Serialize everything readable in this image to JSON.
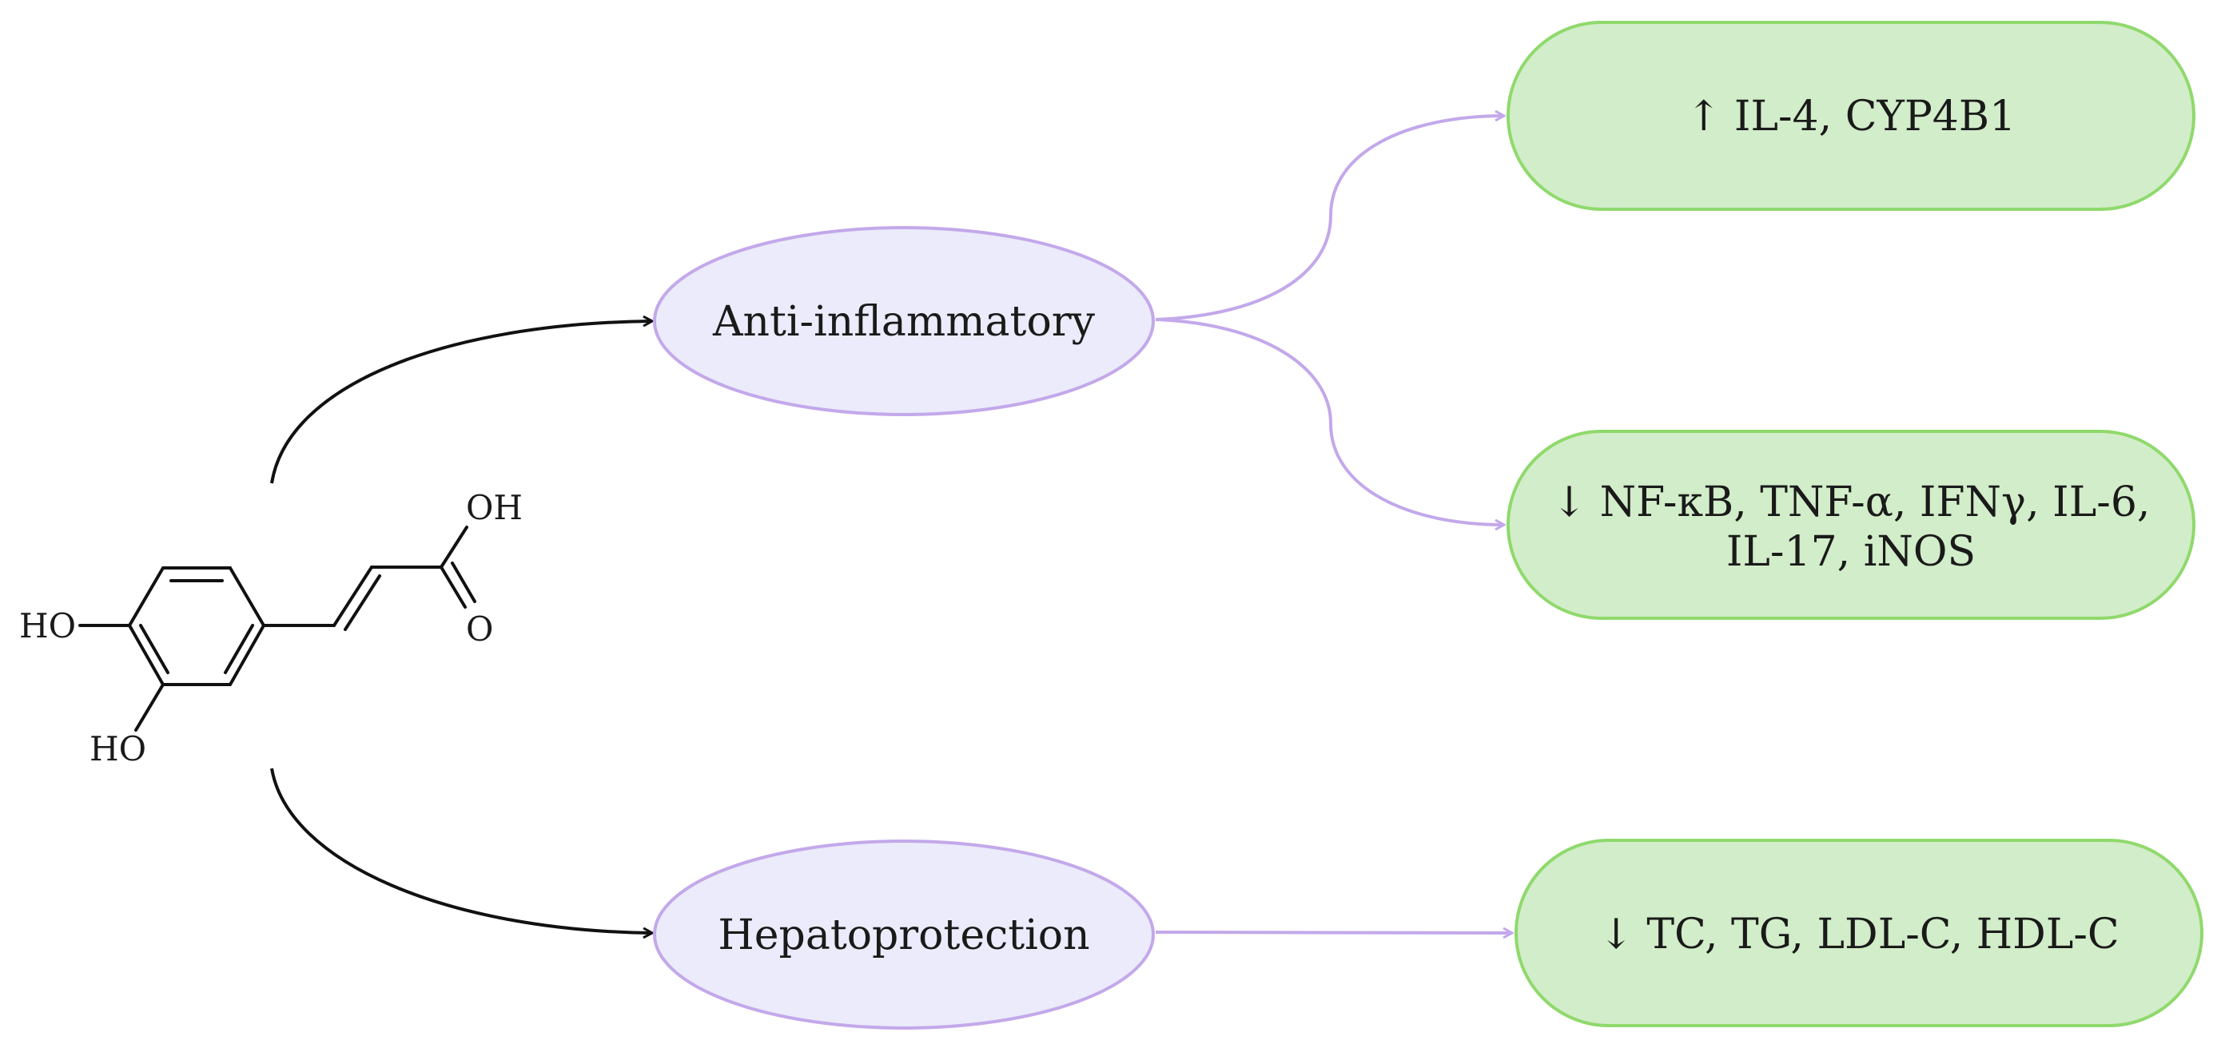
{
  "molecule": {
    "atoms": {
      "oh_acid": "OH",
      "o_carbonyl": "O",
      "ho_upper": "HO",
      "ho_lower": "HO"
    }
  },
  "effects": {
    "anti_inflammatory": {
      "label": "Anti-inflammatory",
      "outcomes": [
        {
          "line1": "↑ IL-4, CYP4B1",
          "line2": ""
        },
        {
          "line1": "↓ NF-κB, TNF-α, IFNγ, IL-6,",
          "line2": "IL-17, iNOS"
        }
      ]
    },
    "hepatoprotection": {
      "label": "Hepatoprotection",
      "outcomes": [
        {
          "line1": "↓ TC, TG, LDL-C, HDL-C",
          "line2": ""
        }
      ]
    }
  },
  "colors": {
    "effect_fill": "#ebebfb",
    "effect_stroke": "#c3a8ea",
    "outcome_fill": "#d2edc9",
    "outcome_stroke": "#8fd96c",
    "black_arrow": "#111111",
    "purple_arrow": "#c3a8ea"
  }
}
